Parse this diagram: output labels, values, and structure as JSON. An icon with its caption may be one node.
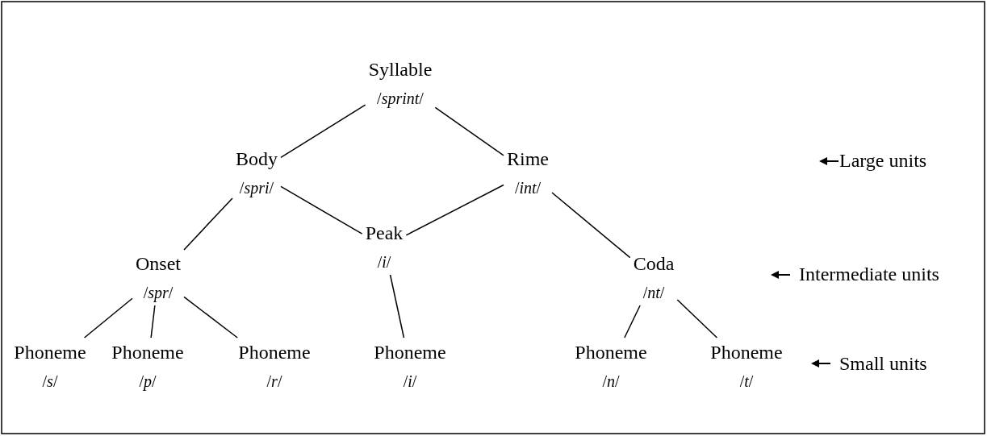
{
  "diagram": {
    "nodes": [
      {
        "text": [
          "Syllable",
          "/*sprint*/"
        ]
      },
      {
        "text": [
          "Body",
          "/*spri*/"
        ]
      },
      {
        "text": [
          "Rime",
          "/*int*/"
        ]
      },
      {
        "text": [
          "Peak",
          "/*i*/"
        ]
      },
      {
        "text": [
          "Onset",
          "/*spr*/"
        ]
      },
      {
        "text": [
          "Coda",
          "/*nt*/"
        ]
      },
      {
        "text": [
          "Phoneme",
          "/*s*/"
        ]
      },
      {
        "text": [
          "Phoneme",
          "/*p*/"
        ]
      },
      {
        "text": [
          "Phoneme",
          "/*r*/"
        ]
      },
      {
        "text": [
          "Phoneme",
          "/*i*/"
        ]
      },
      {
        "text": [
          "Phoneme",
          "/*n*/"
        ]
      },
      {
        "text": [
          "Phoneme",
          "/*t*/"
        ]
      }
    ],
    "edges": [
      {
        "from": 0,
        "to": 1,
        "arrow": "none"
      },
      {
        "from": 0,
        "to": 2,
        "arrow": "none"
      },
      {
        "from": 1,
        "to": 3,
        "arrow": "none"
      },
      {
        "from": 2,
        "to": 3,
        "arrow": "none"
      },
      {
        "from": 1,
        "to": 4,
        "arrow": "none"
      },
      {
        "from": 2,
        "to": 5,
        "arrow": "none"
      },
      {
        "from": 4,
        "to": 6,
        "arrow": "none"
      },
      {
        "from": 4,
        "to": 7,
        "arrow": "none"
      },
      {
        "from": 4,
        "to": 8,
        "arrow": "none"
      },
      {
        "from": 3,
        "to": 9,
        "arrow": "none"
      },
      {
        "from": 5,
        "to": 10,
        "arrow": "none"
      },
      {
        "from": 5,
        "to": 11,
        "arrow": "none"
      }
    ],
    "labels": [
      "Large units",
      "Intermediate units",
      "Small units"
    ]
  }
}
